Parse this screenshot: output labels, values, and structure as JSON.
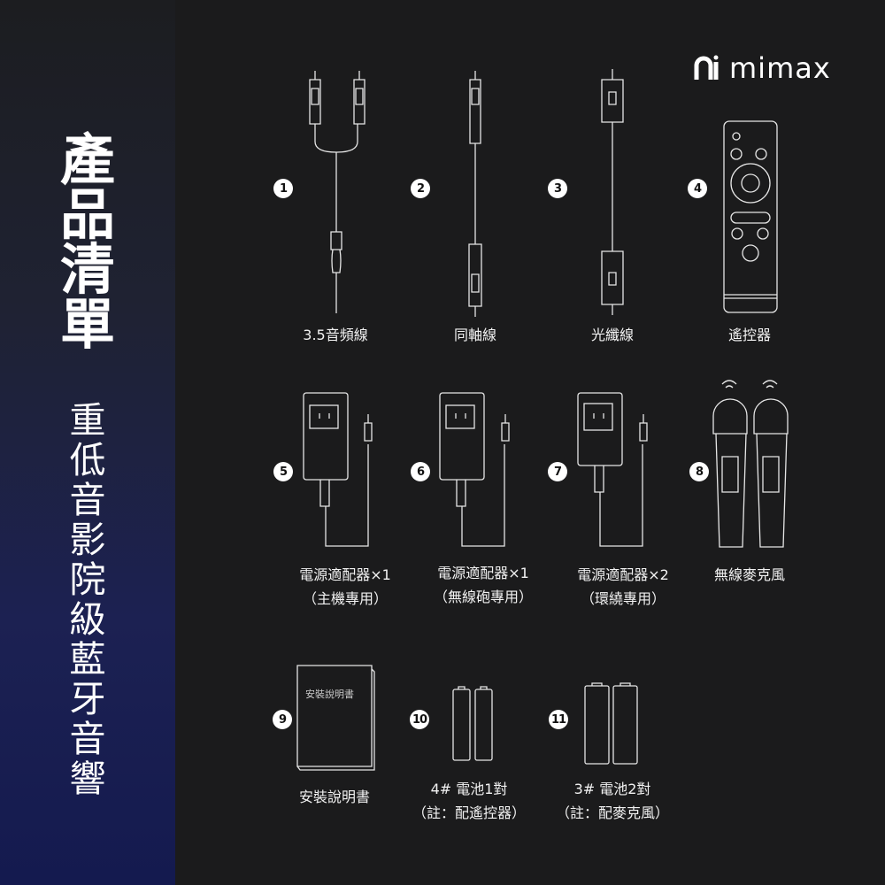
{
  "sidebar": {
    "title": [
      "產",
      "品",
      "清",
      "單"
    ],
    "subtitle": [
      "重",
      "低",
      "音",
      "影",
      "院",
      "級",
      "藍",
      "牙",
      "音",
      "響"
    ]
  },
  "brand": {
    "name": "mimax"
  },
  "items": [
    {
      "num": "1",
      "label": [
        "3.5音頻線"
      ]
    },
    {
      "num": "2",
      "label": [
        "同軸線"
      ]
    },
    {
      "num": "3",
      "label": [
        "光纖線"
      ]
    },
    {
      "num": "4",
      "label": [
        "遙控器"
      ]
    },
    {
      "num": "5",
      "label": [
        "電源適配器×1",
        "（主機專用）"
      ]
    },
    {
      "num": "6",
      "label": [
        "電源適配器×1",
        "（無線砲專用）"
      ]
    },
    {
      "num": "7",
      "label": [
        "電源適配器×2",
        "（環繞專用）"
      ]
    },
    {
      "num": "8",
      "label": [
        "無線麥克風"
      ]
    },
    {
      "num": "9",
      "label": [
        "安裝說明書"
      ],
      "cover_text": "安裝說明書"
    },
    {
      "num": "10",
      "label": [
        "4# 電池1對",
        "（註：配遙控器）"
      ]
    },
    {
      "num": "11",
      "label": [
        "3# 電池2對",
        "（註：配麥克風）"
      ]
    }
  ]
}
